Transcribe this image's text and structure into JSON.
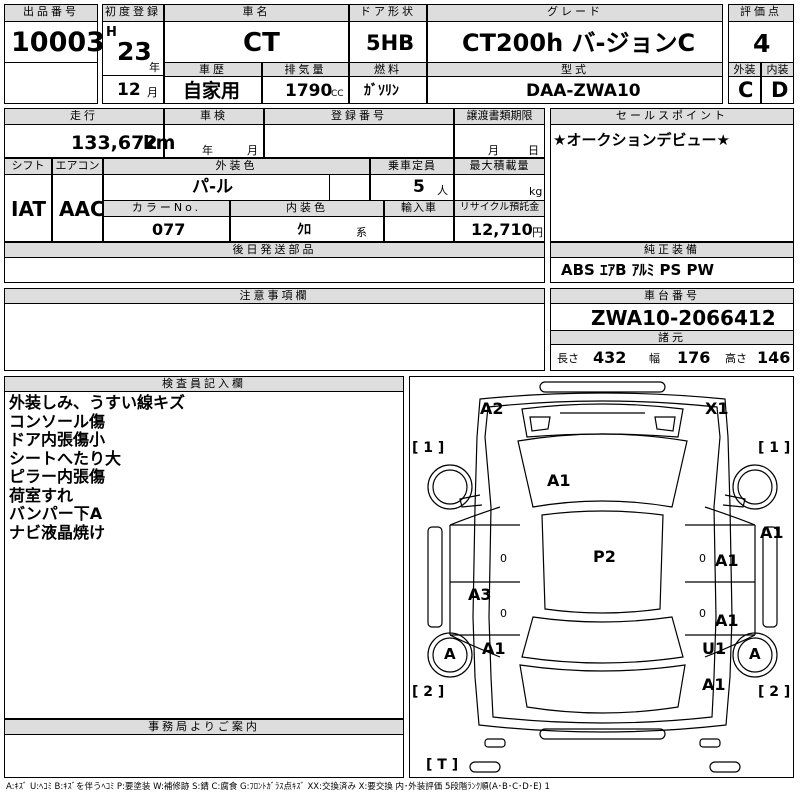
{
  "header": {
    "lot_no_label": "出品番号",
    "lot_no": "10003",
    "first_reg_label": "初度登録",
    "era": "H",
    "year": "23",
    "year_unit": "年",
    "month": "12",
    "month_unit": "月",
    "car_name_label": "車名",
    "car_name": "CT",
    "door_label": "ドア形状",
    "door": "5HB",
    "grade_label": "グレード",
    "grade": "CT200h バ-ジョンC",
    "score_label": "評価点",
    "score": "4",
    "history_label": "車歴",
    "history": "自家用",
    "displacement_label": "排気量",
    "displacement": "1790",
    "displacement_unit": "CC",
    "fuel_label": "燃料",
    "fuel": "ｶﾞｿﾘﾝ",
    "model_label": "型式",
    "model": "DAA-ZWA10",
    "exterior_label": "外装",
    "exterior": "C",
    "interior_label": "内装",
    "interior": "D"
  },
  "row2": {
    "mileage_label": "走行",
    "mileage": "133,672",
    "mileage_unit": "km",
    "inspection_label": "車検",
    "inspection_year_unit": "年",
    "inspection_month_unit": "月",
    "reg_no_label": "登録番号",
    "transfer_label": "譲渡書類期限",
    "transfer_month_unit": "月",
    "transfer_day_unit": "日",
    "sales_label": "セールスポイント",
    "sales_text": "★オークションデビュー★"
  },
  "row3": {
    "shift_label": "シフト",
    "shift": "IAT",
    "ac_label": "エアコン",
    "ac": "AAC",
    "color_label": "外装色",
    "color": "パ-ル",
    "capacity_label": "乗車定員",
    "capacity": "5",
    "capacity_unit": "人",
    "max_load_label": "最大積載量",
    "max_load_unit": "kg",
    "color_no_label": "カラーNo.",
    "color_no": "077",
    "int_color_label": "内装色",
    "int_color": "ｸﾛ",
    "int_color_unit": "系",
    "import_label": "輸入車",
    "recycle_label": "リサイクル預託金",
    "recycle": "12,710",
    "recycle_unit": "円"
  },
  "parts": {
    "later_label": "後日発送部品",
    "equipment_label": "純正装備",
    "equipment": "ABS ｴｱB ｱﾙﾐ PS PW",
    "notes_label": "注意事項欄",
    "chassis_label": "車台番号",
    "chassis": "ZWA10-2066412",
    "specs_label": "諸元",
    "length_label": "長さ",
    "length": "432",
    "width_label": "幅",
    "width": "176",
    "height_label": "高さ",
    "height": "146"
  },
  "inspector": {
    "label": "検査員記入欄",
    "lines": [
      "外装しみ、うすい線キズ",
      "コンソール傷",
      "ドア内張傷小",
      "シートへたり大",
      "ピラー内張傷",
      "荷室すれ",
      "バンパー下A",
      "ナビ液晶焼け"
    ],
    "office_label": "事務局よりご案内"
  },
  "diagram": {
    "marks": {
      "a2": "A2",
      "x1": "X1",
      "a1_hood": "A1",
      "a1_right_front": "A1",
      "p2": "P2",
      "a1_right_door1": "A1",
      "a3": "A3",
      "a1_right_door2": "A1",
      "a1_left_rear": "A1",
      "u1": "U1",
      "a1_rear": "A1",
      "tire_left_rear": "A",
      "tire_right_rear": "A",
      "o_left1": "0",
      "o_left2": "0",
      "o_right1": "0",
      "o_right2": "0"
    },
    "bracket_1_left": "[ 1 ]",
    "bracket_1_right": "[ 1 ]",
    "bracket_2_left": "[ 2 ]",
    "bracket_2_right": "[ 2 ]",
    "bracket_t": "[ T ]"
  },
  "legend": "A:ｷｽﾞ U:ﾍｺﾐ B:ｷｽﾞを伴うﾍｺﾐ P:要塗装 W:補修跡 S:錆 C:腐食 G:ﾌﾛﾝﾄｶﾞﾗｽ点ｷｽﾞ XX:交換済み X:要交換 内･外装評価 5段階ﾗﾝｸ順(A･B･C･D･E) 1"
}
